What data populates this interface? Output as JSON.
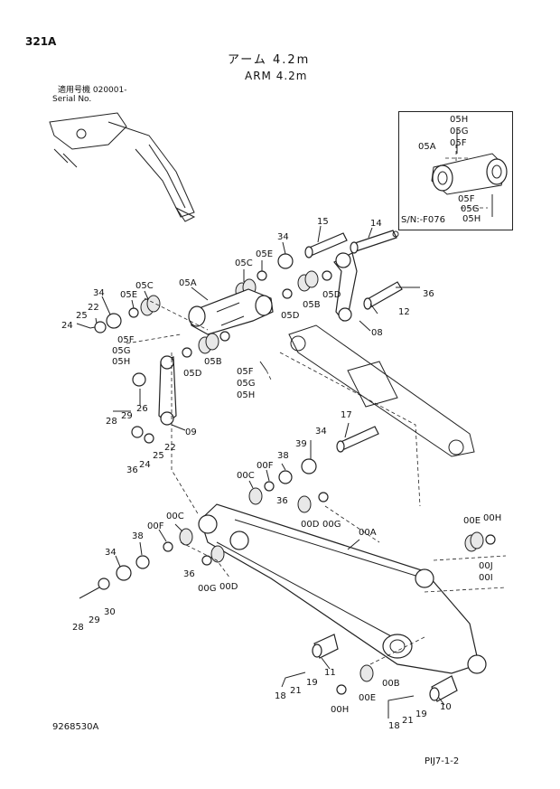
{
  "header": {
    "page_code": "321A",
    "title_jp": "アーム 4.2m",
    "title_en": "ARM 4.2m",
    "serial_jp": "適用号機 020001-",
    "serial_en": "Serial No.",
    "drawing_no": "9268530A",
    "sheet_ref": "PIJ7-1-2"
  },
  "inset": {
    "note": "S/N:-F076",
    "labels": [
      "05H",
      "05G",
      "05F",
      "05A",
      "05F",
      "05G",
      "05H"
    ]
  },
  "callouts": [
    "15",
    "14",
    "34",
    "05E",
    "05C",
    "05A",
    "34",
    "05E",
    "05C",
    "22",
    "25",
    "24",
    "05F",
    "05G",
    "05H",
    "05D",
    "05B",
    "05D",
    "05B",
    "05D",
    "08",
    "12",
    "36",
    "05F",
    "05G",
    "05H",
    "26",
    "28",
    "29",
    "09",
    "22",
    "25",
    "24",
    "36",
    "17",
    "34",
    "39",
    "38",
    "00F",
    "00C",
    "36",
    "00D",
    "00G",
    "00C",
    "00F",
    "38",
    "34",
    "36",
    "30",
    "29",
    "28",
    "00G",
    "00D",
    "00A",
    "00E",
    "00H",
    "00J",
    "00I",
    "11",
    "19",
    "21",
    "18",
    "00E",
    "00H",
    "00B",
    "10",
    "19",
    "21",
    "18"
  ]
}
